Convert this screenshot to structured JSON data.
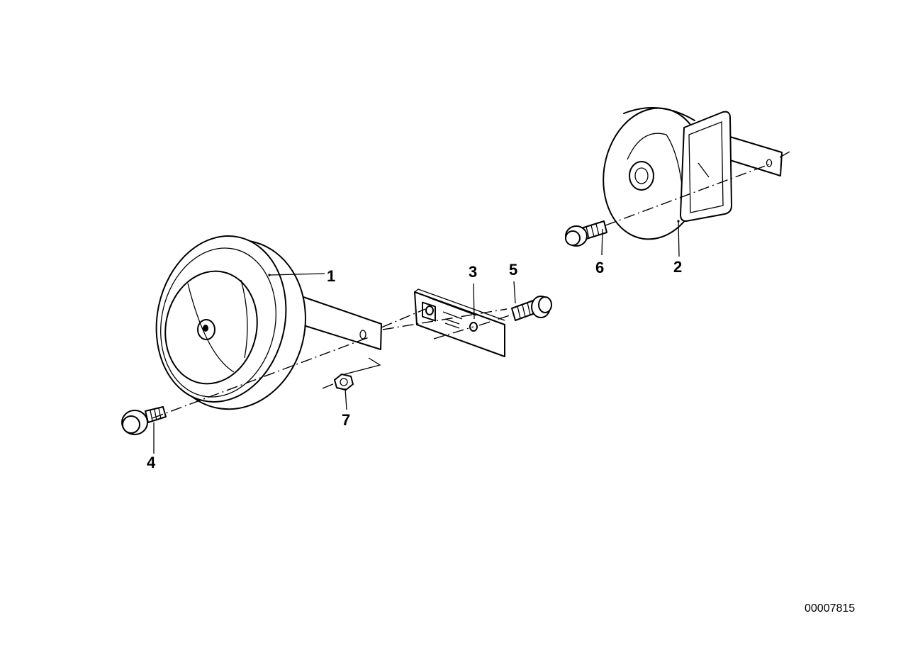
{
  "diagram": {
    "callouts": [
      {
        "id": "1",
        "label": "1"
      },
      {
        "id": "2",
        "label": "2"
      },
      {
        "id": "3",
        "label": "3"
      },
      {
        "id": "4",
        "label": "4"
      },
      {
        "id": "5",
        "label": "5"
      },
      {
        "id": "6",
        "label": "6"
      },
      {
        "id": "7",
        "label": "7"
      }
    ],
    "document_number": "00007815",
    "colors": {
      "line": "#000000",
      "background": "#ffffff"
    }
  }
}
